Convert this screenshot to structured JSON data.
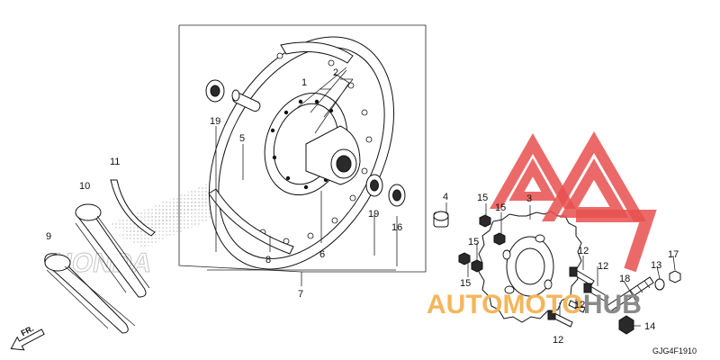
{
  "diagram_code": "GJG4F1910",
  "direction_label": "FR.",
  "background_watermark": "HONDA",
  "overlay_watermark": {
    "text_a": "AUTO",
    "text_b": "MOTO",
    "text_c": "HUB",
    "colors": {
      "red": "#e8504f",
      "orange": "#f4b65a",
      "gray": "#8a8a8a"
    }
  },
  "callouts": {
    "c1": "1",
    "c2": "2",
    "c3": "3",
    "c4": "4",
    "c5": "5",
    "c6": "6",
    "c7": "7",
    "c8": "8",
    "c9": "9",
    "c10": "10",
    "c11": "11",
    "c12a": "12",
    "c12b": "12",
    "c12c": "12",
    "c12d": "12",
    "c13": "13",
    "c14": "14",
    "c15a": "15",
    "c15b": "15",
    "c15c": "15",
    "c15d": "15",
    "c16": "16",
    "c17": "17",
    "c18": "18",
    "c19a": "19",
    "c19b": "19"
  }
}
